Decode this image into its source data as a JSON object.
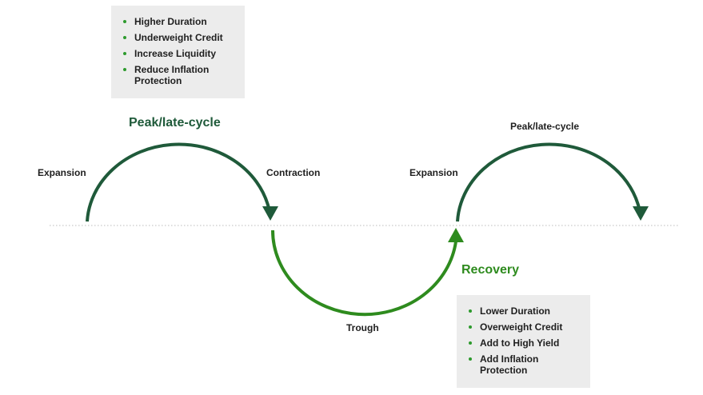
{
  "top_box": {
    "items": [
      "Higher Duration",
      "Underweight Credit",
      "Increase Liquidity",
      "Reduce Inflation Protection"
    ]
  },
  "bottom_box": {
    "items": [
      "Lower Duration",
      "Overweight Credit",
      "Add to High Yield",
      "Add Inflation Protection"
    ]
  },
  "phases": {
    "peak_late_cycle_1": "Peak/late-cycle",
    "expansion_1": "Expansion",
    "contraction": "Contraction",
    "trough": "Trough",
    "expansion_2": "Expansion",
    "peak_late_cycle_2": "Peak/late-cycle",
    "recovery": "Recovery"
  },
  "colors": {
    "dark_green": "#1f5a3a",
    "bright_green": "#2e8b1e",
    "box_bg": "#ececec",
    "baseline": "#bdbdbd"
  }
}
